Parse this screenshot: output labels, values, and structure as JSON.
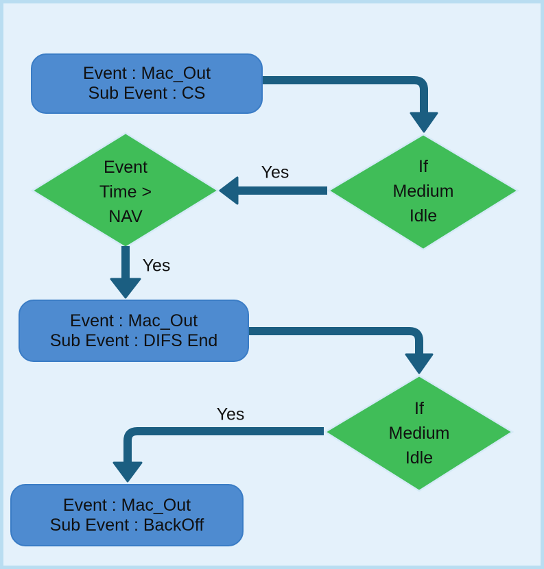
{
  "diagram": {
    "type": "flowchart",
    "description": "MAC event flow with medium-idle decisions"
  },
  "colors": {
    "page_bg": "#e4f1fb",
    "page_border": "#b9ddf1",
    "process_fill": "#4e8bd0",
    "process_border": "#3a7cc5",
    "decision_fill": "#40bd58",
    "decision_border": "#d5eaf7",
    "connector": "#1b5e81",
    "text": "#101010"
  },
  "nodes": {
    "process_cs": {
      "shape": "rounded-rectangle",
      "line1": "Event : Mac_Out",
      "line2": "Sub Event : CS"
    },
    "decision_medium_idle_1": {
      "shape": "diamond",
      "line1": "If",
      "line2": "Medium",
      "line3": "Idle"
    },
    "decision_event_time_nav": {
      "shape": "diamond",
      "line1": "Event",
      "line2": "Time >",
      "line3": "NAV"
    },
    "process_difs_end": {
      "shape": "rounded-rectangle",
      "line1": "Event : Mac_Out",
      "line2": "Sub Event : DIFS End"
    },
    "decision_medium_idle_2": {
      "shape": "diamond",
      "line1": "If",
      "line2": "Medium",
      "line3": "Idle"
    },
    "process_backoff": {
      "shape": "rounded-rectangle",
      "line1": "Event : Mac_Out",
      "line2": "Sub Event : BackOff"
    }
  },
  "edges": [
    {
      "from": "process_cs",
      "to": "decision_medium_idle_1",
      "label": ""
    },
    {
      "from": "decision_medium_idle_1",
      "to": "decision_event_time_nav",
      "label": "Yes"
    },
    {
      "from": "decision_event_time_nav",
      "to": "process_difs_end",
      "label": "Yes"
    },
    {
      "from": "process_difs_end",
      "to": "decision_medium_idle_2",
      "label": ""
    },
    {
      "from": "decision_medium_idle_2",
      "to": "process_backoff",
      "label": "Yes"
    }
  ]
}
